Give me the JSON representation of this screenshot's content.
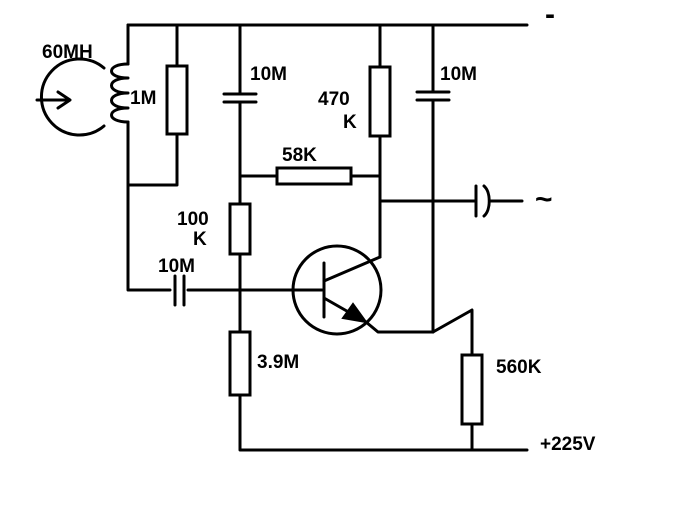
{
  "inductor": {
    "label": "60MH"
  },
  "resistors": {
    "r_1m": {
      "label": "1M"
    },
    "r_470k": {
      "label_line1": "470",
      "label_line2": "K"
    },
    "r_58k": {
      "label": "58K"
    },
    "r_100k": {
      "label_line1": "100",
      "label_line2": "K"
    },
    "r_3_9m": {
      "label": "3.9M"
    },
    "r_560k": {
      "label": "560K"
    }
  },
  "capacitors": {
    "c_left_top": {
      "label": "10M"
    },
    "c_right_top": {
      "label": "10M"
    },
    "c_input": {
      "label": "10M"
    }
  },
  "terminals": {
    "negative": {
      "label": "-"
    },
    "output": {
      "label": "~"
    },
    "positive": {
      "label": "+225V"
    }
  }
}
